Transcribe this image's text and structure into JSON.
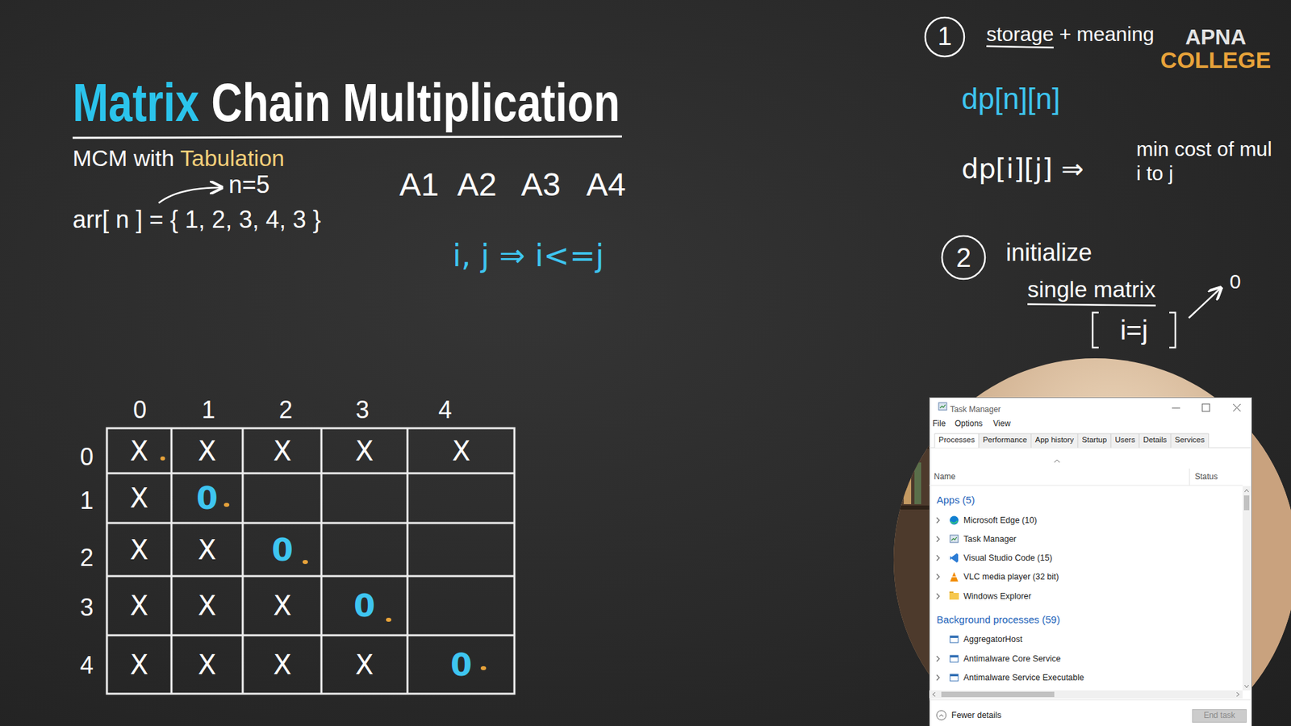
{
  "diagram": {
    "title": "Matrix Chain Multiplication",
    "nodes": [
      {
        "text": [
          "1"
        ]
      },
      {
        "text": [
          "2"
        ]
      },
      {
        "text": [
          "i=j"
        ]
      },
      {
        "text": [
          "Task Manager"
        ]
      },
      {
        "text": [
          "End task"
        ],
        "in": 3
      }
    ],
    "labels": [
      "MCM with Tabulation",
      "n=5",
      "arr[ n ] = { 1, 2, 3, 4, 3 }",
      "A1",
      "A2",
      "A3",
      "A4",
      "i, j ⇒ i<=j",
      "storage + meaning",
      "dp[n][n]",
      "dp[i][j] ⇒",
      "min cost of mul i to j",
      "initialize",
      "single matrix",
      "0",
      "APNA",
      "COLLEGE",
      "0",
      "1",
      "2",
      "3",
      "4",
      "0",
      "1",
      "2",
      "3",
      "4",
      "X",
      "X",
      "X",
      "X",
      "X",
      "X",
      "0",
      "X",
      "X",
      "0",
      "X",
      "X",
      "X",
      "0",
      "X",
      "X",
      "X",
      "X",
      "0",
      "File",
      "Options",
      "View",
      "Processes",
      "Performance",
      "App history",
      "Startup",
      "Users",
      "Details",
      "Services",
      "Name",
      "Status",
      "Apps (5)",
      "Microsoft Edge (10)",
      "Task Manager",
      "Visual Studio Code (15)",
      "VLC media player (32 bit)",
      "Windows Explorer",
      "Background processes (59)",
      "AggregatorHost",
      "Antimalware Core Service",
      "Antimalware Service Executable",
      "Fewer details"
    ]
  }
}
